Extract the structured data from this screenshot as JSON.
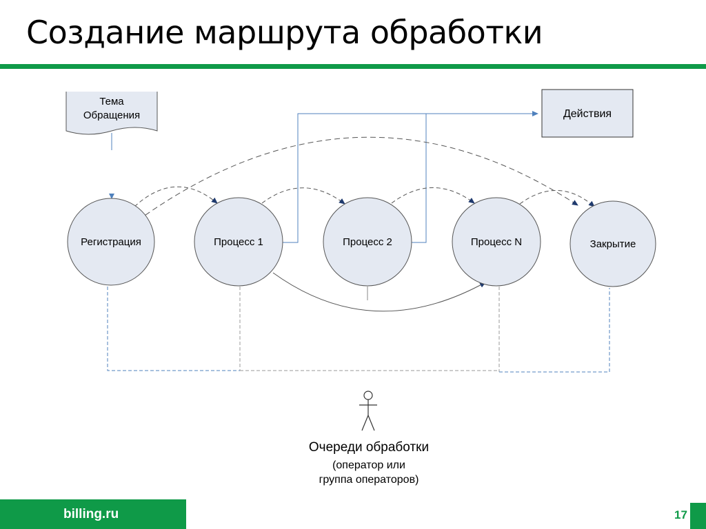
{
  "slide": {
    "title": "Создание маршрута обработки",
    "footer": "billing.ru",
    "page_number": "17",
    "accent_color": "#0f9a48"
  },
  "diagram": {
    "document": {
      "line1": "Тема",
      "line2": "Обращения"
    },
    "actions": "Действия",
    "nodes": {
      "registration": "Регистрация",
      "process1": "Процесс 1",
      "process2": "Процесс 2",
      "processN": "Процесс N",
      "closing": "Закрытие"
    },
    "actor": {
      "icon": "stick-figure-icon",
      "line1": "Очереди обработки",
      "line2": "(оператор или",
      "line3": "группа операторов)"
    },
    "colors": {
      "node_fill": "#e4e9f2",
      "node_stroke": "#555555",
      "flow_line": "#4f81bd",
      "queue_line": "#4f81bd"
    }
  }
}
